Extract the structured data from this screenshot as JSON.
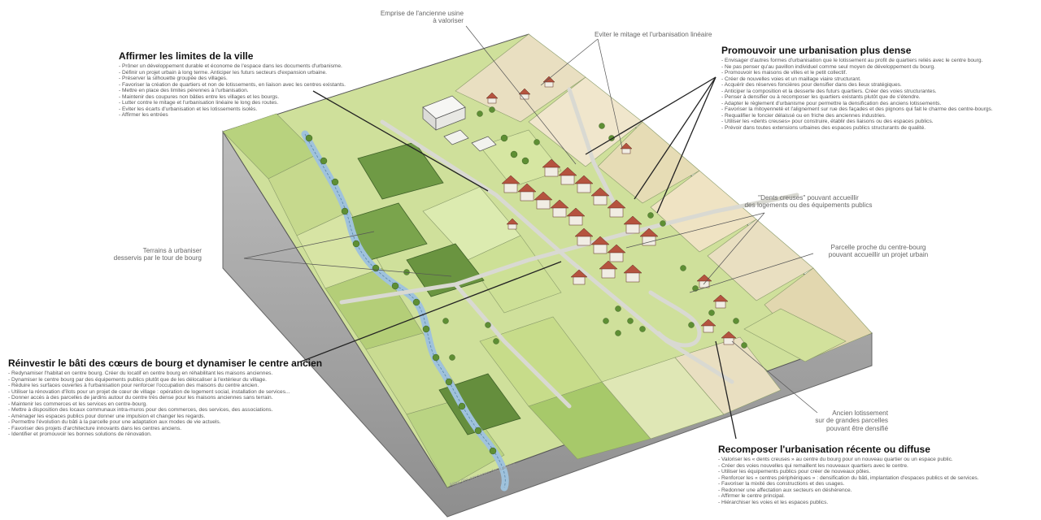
{
  "blocks": {
    "affirmer": {
      "title": "Affirmer les limites de la ville",
      "items": [
        "- Prôner un développement durable et économe de l'espace dans les documents d'urbanisme.",
        "- Définir un projet urbain à long terme. Anticiper les futurs secteurs d'expansion urbaine.",
        "- Préserver la silhouette groupée des villages.",
        "- Favoriser la création de quartiers et non de lotissements, en liaison avec les centres existants.",
        "- Mettre en place des limites pérennes à l'urbanisation.",
        "- Maintenir des coupures non bâties entre les villages et les bourgs.",
        "- Lutter contre le mitage et l'urbanisation linéaire le long des routes.",
        "- Eviter les écarts d'urbanisation et les lotissements isolés.",
        "- Affirmer les entrées"
      ]
    },
    "promouvoir": {
      "title": "Promouvoir une urbanisation plus dense",
      "items": [
        "- Envisager d'autres formes d'urbanisation que le lotissement au profit de quartiers reliés avec le centre bourg.",
        "- Ne pas penser qu'au pavillon individuel comme seul moyen de développement du bourg.",
        "- Promouvoir les maisons de villes et le petit collectif.",
        "- Créer de nouvelles voies et un maillage viaire structurant.",
        "- Acquérir des réserves foncières pour densifier dans des lieux stratégiques.",
        "- Anticiper la composition et la desserte des futurs quartiers. Créer des voies structurantes.",
        "- Penser à densifier ou à recomposer les quartiers existants plutôt que de s'étendre.",
        "- Adapter le règlement d'urbanisme pour permettre la densification des anciens lotissements.",
        "- Favoriser la mitoyenneté et l'alignement sur rue des façades et des pignons qui fait le charme des centre-bourgs.",
        "- Requalifier le foncier délaissé ou en friche des anciennes industries.",
        "- Utiliser les «dents creuses» pour construire, établir des liaisons ou des espaces publics.",
        "- Prévoir dans toutes extensions urbaines des espaces publics structurants de qualité."
      ]
    },
    "reinvestir": {
      "title": "Réinvestir le bâti des cœurs de bourg et dynamiser le centre ancien",
      "items": [
        "- Redynamiser l'habitat en centre bourg. Créer du locatif en centre bourg en réhabilitant les maisons anciennes.",
        "- Dynamiser le centre bourg par des équipements publics plutôt que de les délocaliser à l'extérieur du village.",
        "- Réduire les surfaces ouvertes à l'urbanisation pour renforcer l'occupation des maisons du centre ancien.",
        "- Utiliser la rénovation d'îlots pour un projet de cœur de village : opération de logement social, installation de services...",
        "- Donner accès à des parcelles de jardins autour du centre très dense pour les maisons anciennes sans terrain.",
        "- Maintenir les commerces et les services en centre-bourg.",
        "- Mettre à disposition des locaux communaux intra-muros pour des commerces, des services, des associations.",
        "- Aménager les espaces publics pour donner une impulsion et changer les regards.",
        "- Permettre l'évolution du bâti à la parcelle pour une adaptation aux modes de vie actuels.",
        "- Favoriser des projets d'architecture innovants dans les centres anciens.",
        "- Identifier et promouvoir les bonnes solutions de rénovation."
      ]
    },
    "recomposer": {
      "title": "Recomposer l'urbanisation récente ou diffuse",
      "items": [
        "- Valoriser les « dents creuses » au centre du bourg pour un nouveau quartier ou un espace public.",
        "- Créer des voies nouvelles qui remaillent les nouveaux quartiers avec le centre.",
        "- Utiliser les équipements publics pour créer de nouveaux pôles.",
        "- Renforcer les « centres périphériques » : densification du bâti, implantation d'espaces publics et de services.",
        "- Favoriser la mixité des constructions et des usages.",
        "- Redonner une affectation aux secteurs en déshérence.",
        "- Affirmer le centre principal.",
        "- Hiérarchiser les voies et les espaces publics."
      ]
    }
  },
  "labels": {
    "usine": [
      "Emprise de l'ancienne usine",
      "à valoriser"
    ],
    "mitage": [
      "Eviter le mitage et l'urbanisation linéaire"
    ],
    "terrains": [
      "Terrains à urbaniser",
      "desservis par le tour de bourg"
    ],
    "dents": [
      "\"Dents creuses\" pouvant accueillir",
      "des logements ou des équipements publics"
    ],
    "parcelle": [
      "Parcelle proche du centre-bourg",
      "pouvant accueillir un projet urbain"
    ],
    "lotissement": [
      "Ancien lotissement",
      "sur de grandes parcelles",
      "pouvant être densifié"
    ]
  },
  "credit": "Atlas des paysages des Landes",
  "colors": {
    "field_light": "#d8e6a8",
    "field_green": "#a9cc6e",
    "field_dark": "#6f9a45",
    "field_tan": "#e9dfc1",
    "river": "#9fc2dc",
    "roof": "#b5533f",
    "wall": "#f1ede4",
    "base": "#a9a9a9"
  }
}
